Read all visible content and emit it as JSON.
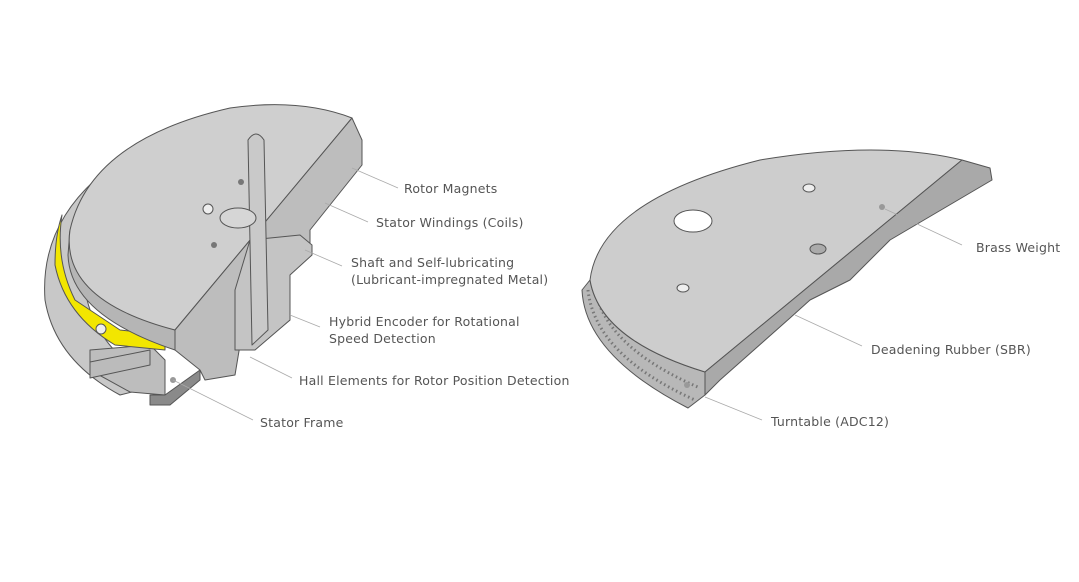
{
  "motor": {
    "labels": {
      "rotor_magnets": "Rotor Magnets",
      "stator_windings": "Stator Windings (Coils)",
      "shaft_line1": "Shaft and Self-lubricating",
      "shaft_line2": "(Lubricant-impregnated Metal)",
      "encoder_line1": "Hybrid Encoder for Rotational",
      "encoder_line2": "Speed Detection",
      "hall_elements": "Hall Elements for Rotor Position Detection",
      "stator_frame": "Stator Frame"
    }
  },
  "turntable": {
    "labels": {
      "brass_weight": "Brass Weight",
      "deadening_rubber": "Deadening Rubber (SBR)",
      "turntable": "Turntable (ADC12)"
    }
  },
  "colors": {
    "part_gray": "#cccccc",
    "edge_dark": "#555555",
    "magnet_yellow": "#f2e600",
    "label_text": "#555555"
  }
}
